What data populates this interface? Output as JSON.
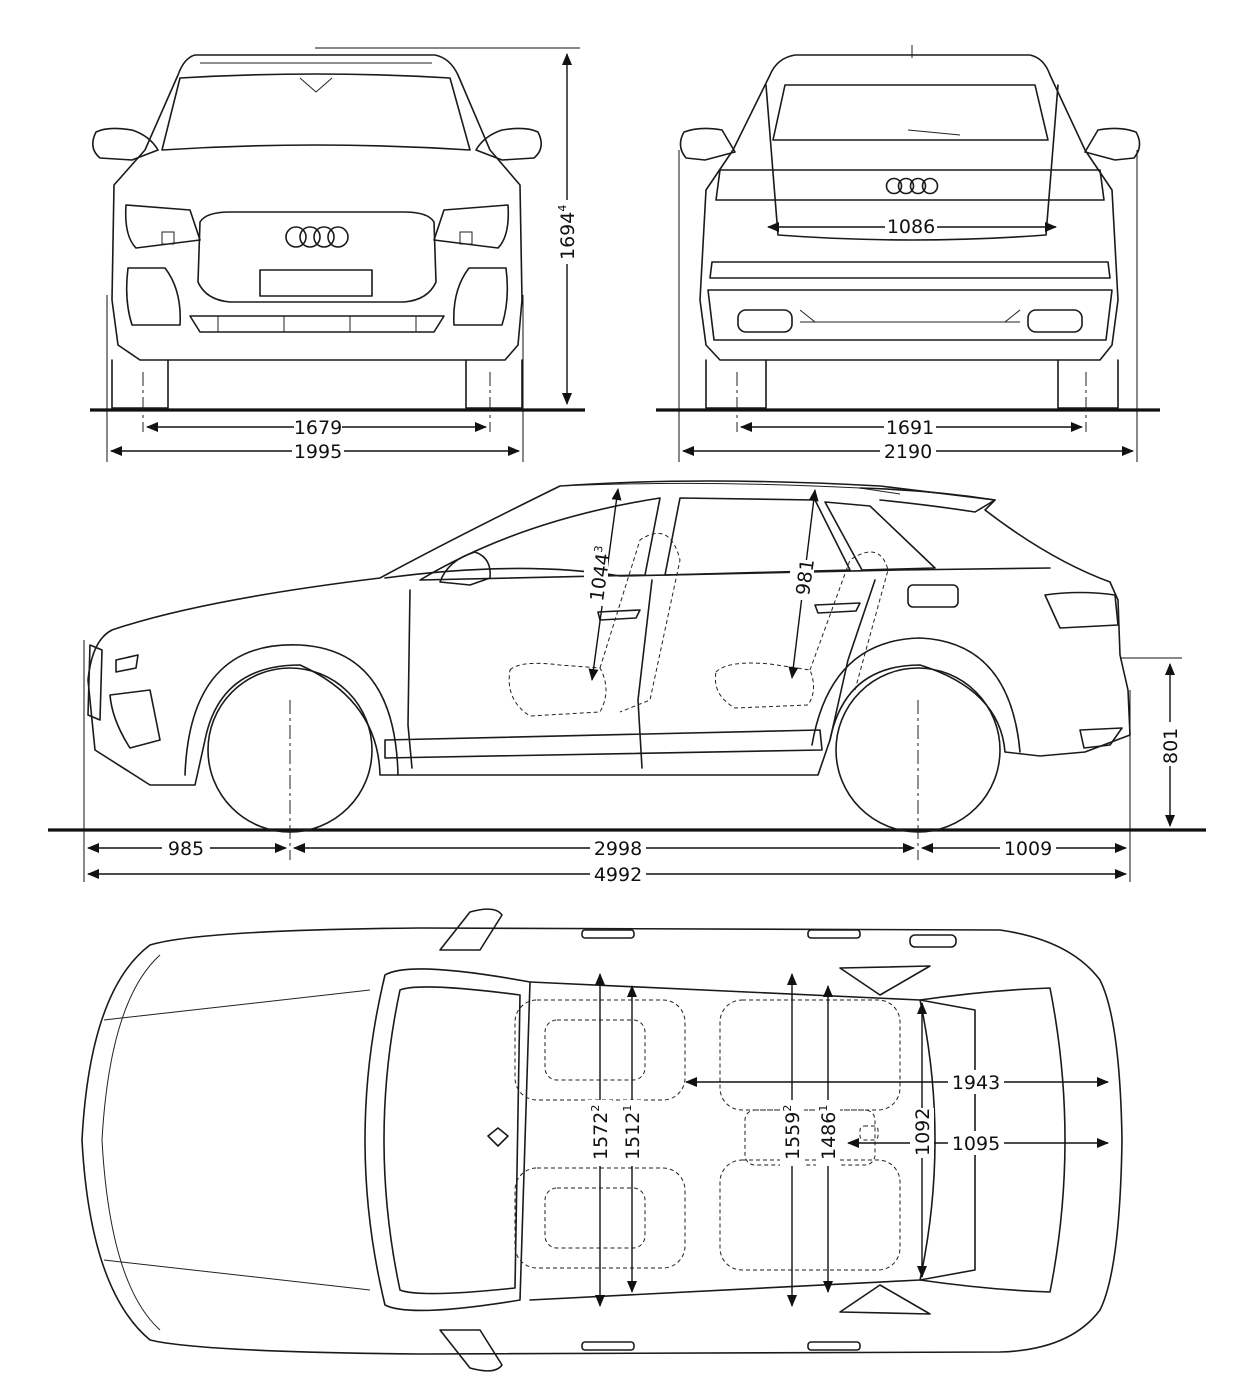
{
  "front_view": {
    "height": "1694",
    "height_note": "4",
    "track": "1679",
    "width": "1995"
  },
  "rear_view": {
    "tailgate_opening": "1086",
    "track": "1691",
    "width_incl_mirrors": "2190"
  },
  "side_view": {
    "front_headroom": "1044",
    "front_headroom_note": "3",
    "rear_headroom": "981",
    "load_sill_height": "801",
    "front_overhang": "985",
    "wheelbase": "2998",
    "rear_overhang": "1009",
    "length": "4992"
  },
  "top_view": {
    "front_elbow_width": "1572",
    "front_elbow_width_note": "2",
    "front_shoulder_width": "1512",
    "front_shoulder_width_note": "1",
    "rear_elbow_width": "1559",
    "rear_elbow_width_note": "2",
    "rear_shoulder_width": "1486",
    "rear_shoulder_width_note": "1",
    "load_floor_length": "1943",
    "load_floor_length_rear": "1095",
    "load_width": "1092"
  }
}
